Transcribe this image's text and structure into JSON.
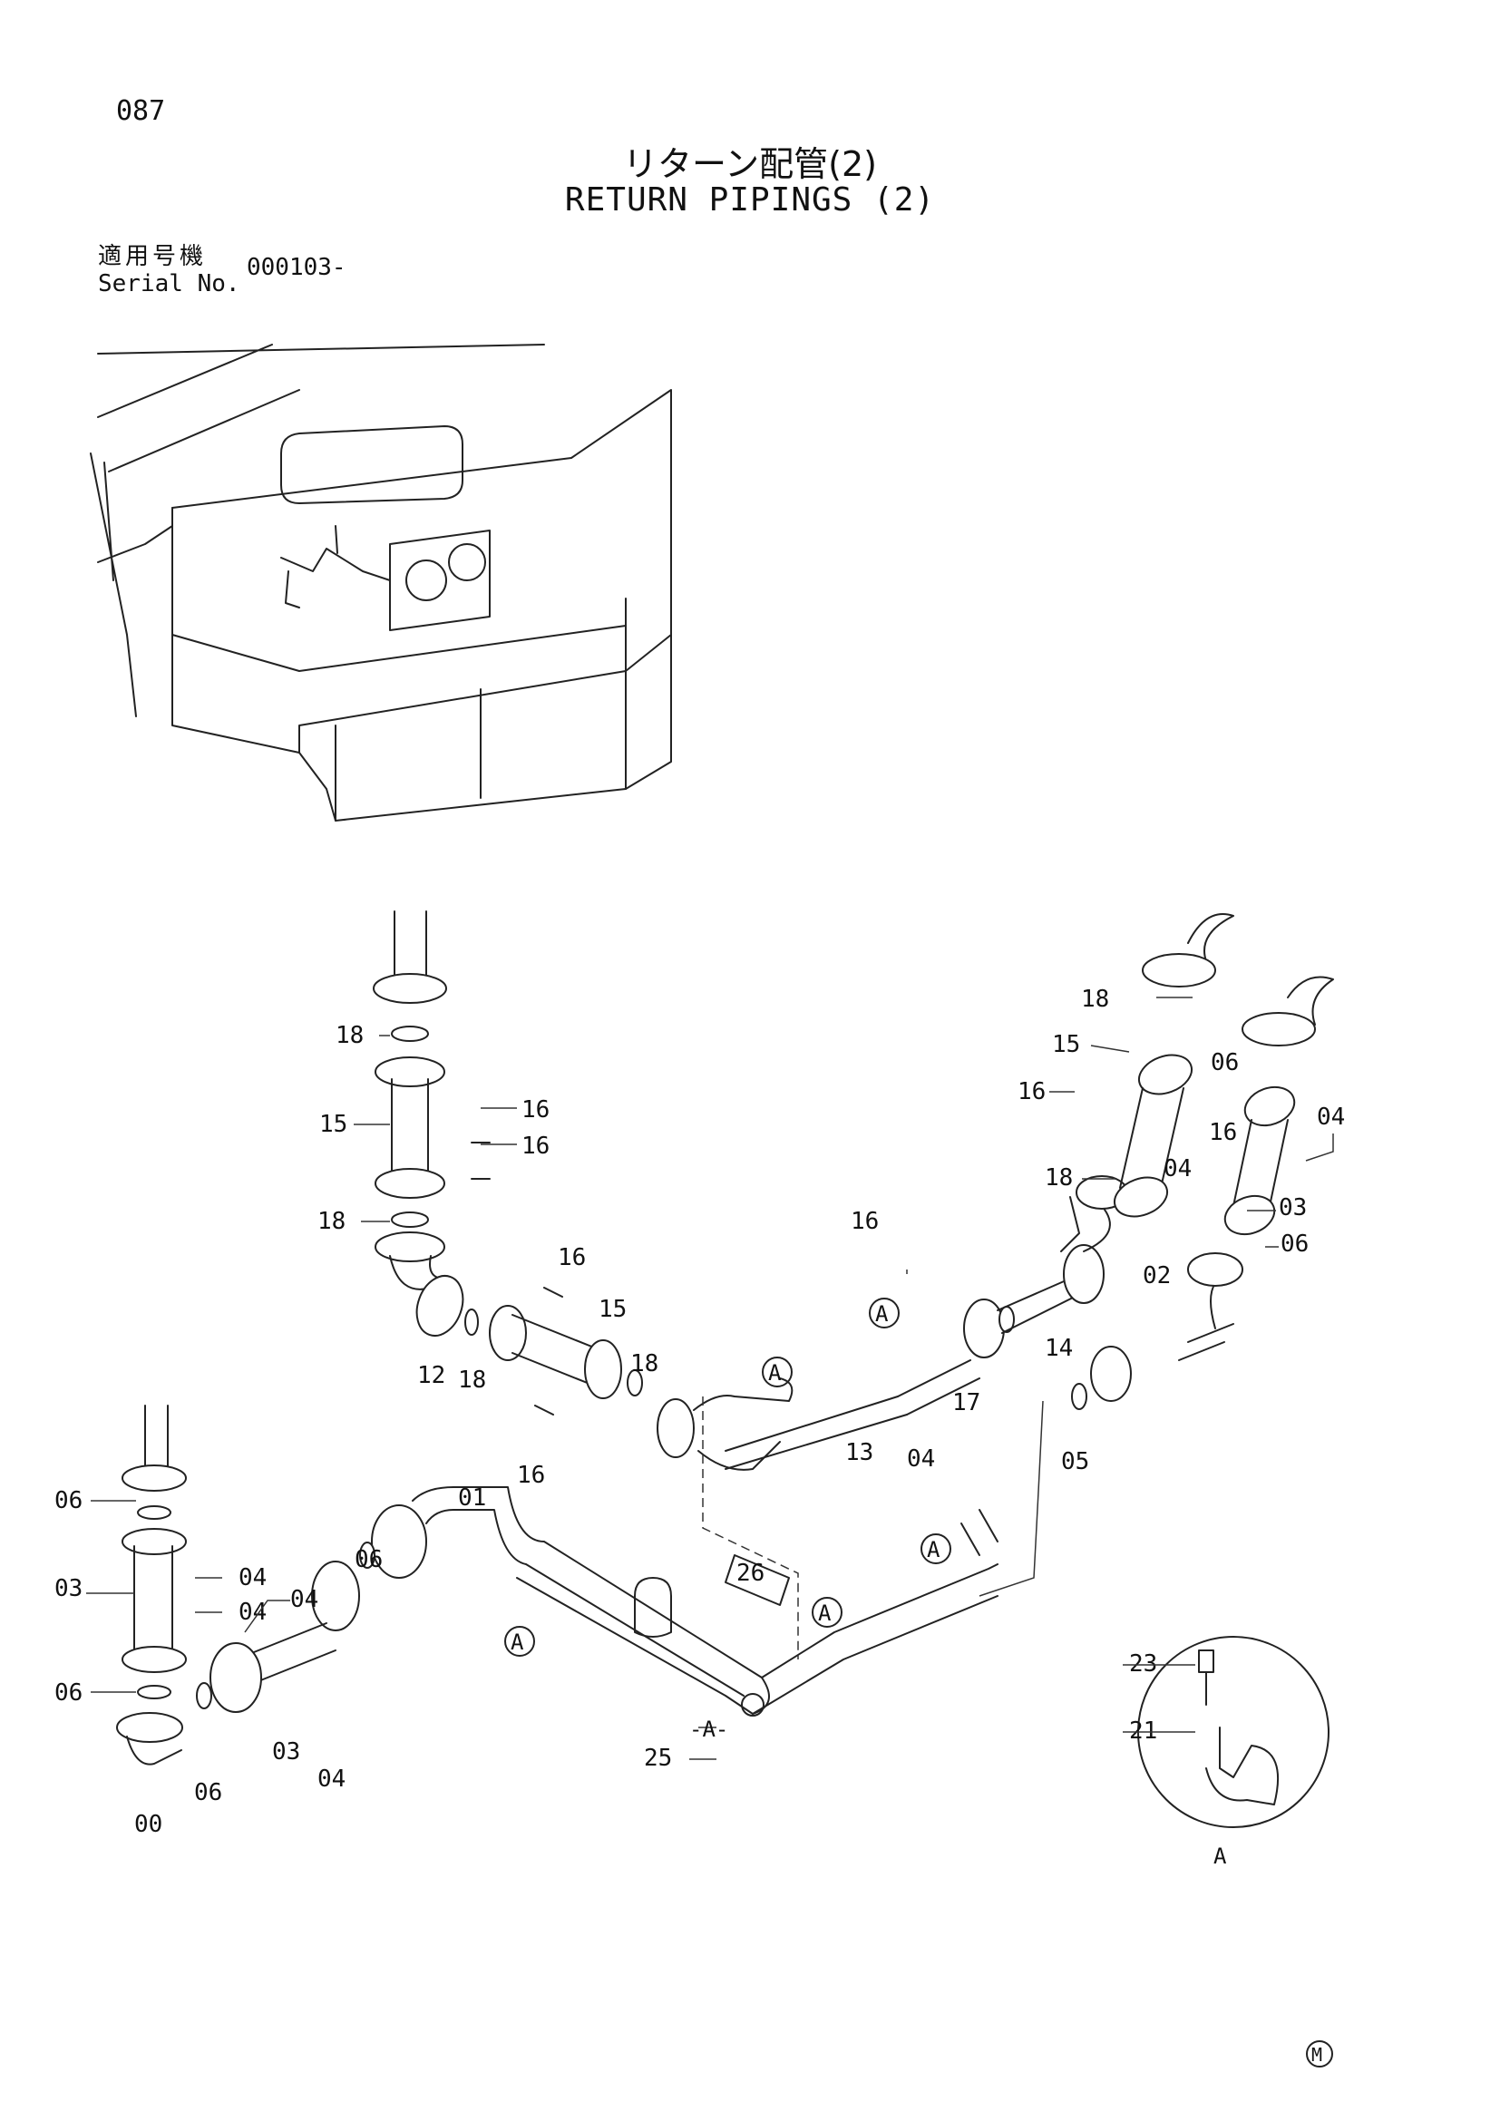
{
  "page": {
    "number": "087"
  },
  "title": {
    "japanese": "リターン配管(2)",
    "english": "RETURN PIPINGS (2)"
  },
  "serial": {
    "label_jp": "適用号機",
    "label_en": "Serial No.",
    "value": "000103-"
  },
  "callouts": {
    "c00": "00",
    "c01": "01",
    "c02": "02",
    "c03a": "03",
    "c03b": "03",
    "c03c": "03",
    "c04a": "04",
    "c04b": "04",
    "c04c": "04",
    "c04d": "04",
    "c04e": "04",
    "c04f": "04",
    "c04g": "04",
    "c05": "05",
    "c06a": "06",
    "c06b": "06",
    "c06c": "06",
    "c06d": "06",
    "c06e": "06",
    "c06f": "06",
    "c12": "12",
    "c13": "13",
    "c14": "14",
    "c15a": "15",
    "c15b": "15",
    "c15c": "15",
    "c16a": "16",
    "c16b": "16",
    "c16c": "16",
    "c16d": "16",
    "c16e": "16",
    "c16f": "16",
    "c16g": "16",
    "c17": "17",
    "c18a": "18",
    "c18b": "18",
    "c18c": "18",
    "c18d": "18",
    "c18e": "18",
    "c18f": "18",
    "c21": "21",
    "c23": "23",
    "c25": "25",
    "c26": "26"
  },
  "view_markers": {
    "a1": "A",
    "a2": "A",
    "a3": "A",
    "a4": "A",
    "a5": "A",
    "section": "-A-",
    "detail": "A"
  },
  "footer": {
    "mark": "M"
  }
}
